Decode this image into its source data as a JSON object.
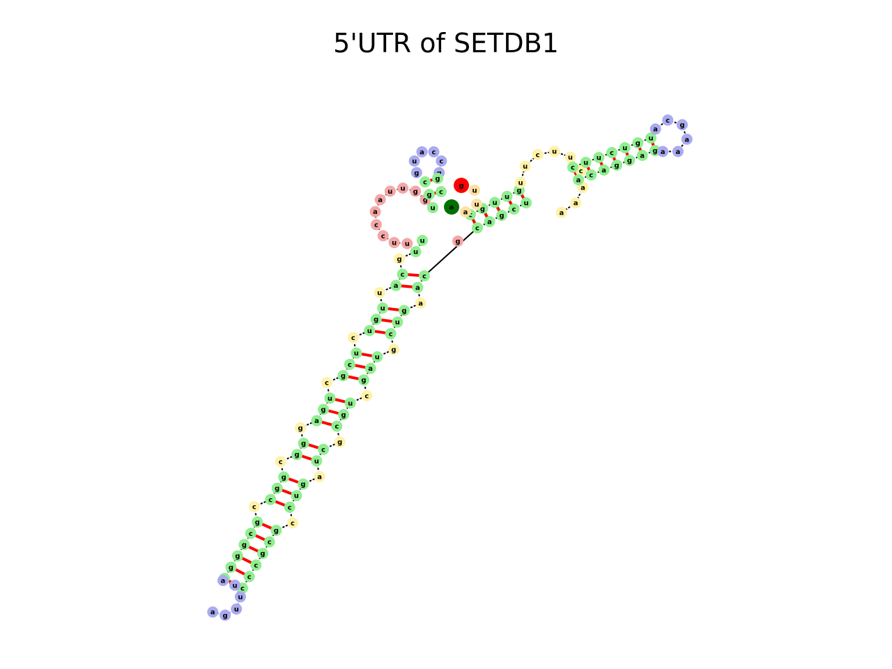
{
  "title": "5'UTR of SETDB1",
  "colors": {
    "stem": "#90ee90",
    "interior_loop": "#fff2a8",
    "hairpin_loop": "#aaaaf0",
    "multiloop": "#f4a7a7",
    "unpaired_3prime": "#ffe0a0",
    "five_prime_end": "#007000",
    "three_prime_end": "#ff0000",
    "backbone": "#000000",
    "base_pair": "#ff0000"
  },
  "terminals": {
    "five_prime": "a",
    "three_prime": "g"
  },
  "nucleotides": {
    "left_hairpin_loop": [
      "a",
      "u",
      "u",
      "u",
      "g",
      "a"
    ],
    "left_stem_5p": [
      "g",
      "g",
      "g",
      "g",
      "c",
      "g",
      "c",
      "c",
      "g",
      "g",
      "c",
      "g",
      "g",
      "g",
      "a",
      "g",
      "u",
      "c",
      "g",
      "c",
      "u",
      "c",
      "u",
      "g",
      "u",
      "u",
      "a",
      "c",
      "g",
      "u",
      "u"
    ],
    "left_stem_3p": [
      "c",
      "c",
      "c",
      "g",
      "c",
      "g",
      "c",
      "c",
      "u",
      "g",
      "a",
      "u",
      "c",
      "g",
      "c",
      "g",
      "u",
      "c",
      "g",
      "a",
      "u",
      "g",
      "c",
      "u",
      "g",
      "a",
      "a",
      "c"
    ],
    "multiloop": [
      "u",
      "u",
      "c",
      "c",
      "a",
      "a",
      "u",
      "u",
      "g",
      "g"
    ],
    "top_hairpin": [
      "g",
      "u",
      "a",
      "c",
      "c",
      "g"
    ],
    "right_stem": [
      "c",
      "g",
      "u",
      "u",
      "g",
      "c",
      "a",
      "g",
      "c",
      "u"
    ],
    "right_interior_loop": [
      "u",
      "u",
      "c",
      "u",
      "u",
      "c",
      "a",
      "a",
      "a"
    ],
    "far_right_stem": [
      "c",
      "u",
      "u",
      "c",
      "u",
      "g",
      "u",
      "a",
      "c",
      "a",
      "g",
      "g",
      "a",
      "g"
    ],
    "right_hairpin_loop": [
      "a",
      "c",
      "g",
      "a",
      "a",
      "a"
    ]
  }
}
